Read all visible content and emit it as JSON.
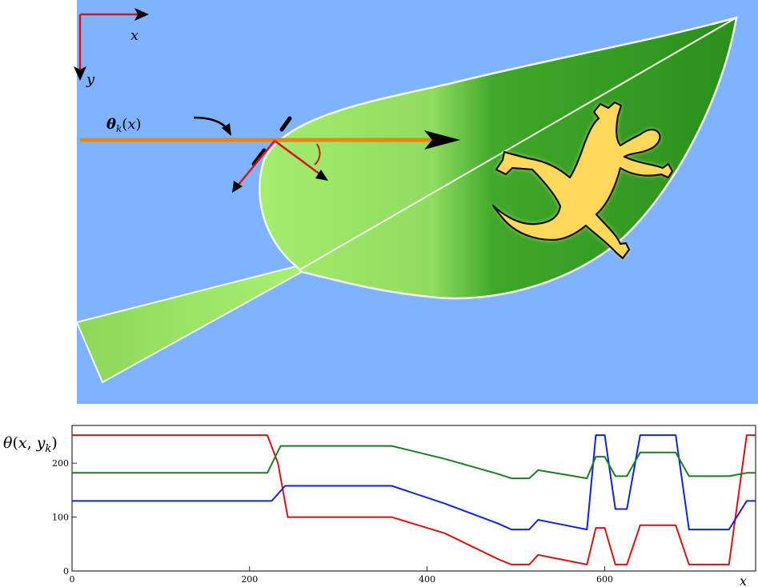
{
  "illustration": {
    "axis_x_label": "x",
    "axis_y_label": "y",
    "ray_label": "θk(x)",
    "colors": {
      "sky": "#7fb2ff",
      "leaf_light": "#9de66a",
      "leaf_dark": "#2e9a1e",
      "gecko": "#ffd75a",
      "ray": "#e08a10",
      "arrow_red": "#dd1111"
    }
  },
  "chart_data": {
    "type": "line",
    "ylabel": "θ(x, yk)",
    "xlabel": "x",
    "xlim": [
      0,
      770
    ],
    "ylim": [
      0,
      270
    ],
    "x_ticks": [
      "0",
      "200",
      "400",
      "600"
    ],
    "y_ticks": [
      "0",
      "100",
      "200"
    ],
    "series": [
      {
        "color": "#dd1111",
        "points": [
          [
            0,
            252
          ],
          [
            220,
            252
          ],
          [
            232,
            200
          ],
          [
            243,
            100
          ],
          [
            360,
            100
          ],
          [
            420,
            70
          ],
          [
            480,
            22
          ],
          [
            495,
            12
          ],
          [
            515,
            12
          ],
          [
            525,
            30
          ],
          [
            540,
            25
          ],
          [
            580,
            12
          ],
          [
            590,
            80
          ],
          [
            600,
            80
          ],
          [
            612,
            12
          ],
          [
            625,
            12
          ],
          [
            640,
            85
          ],
          [
            680,
            85
          ],
          [
            695,
            12
          ],
          [
            740,
            12
          ],
          [
            760,
            252
          ],
          [
            770,
            252
          ]
        ]
      },
      {
        "color": "#1122dd",
        "points": [
          [
            0,
            130
          ],
          [
            225,
            130
          ],
          [
            240,
            158
          ],
          [
            360,
            158
          ],
          [
            420,
            125
          ],
          [
            480,
            88
          ],
          [
            495,
            77
          ],
          [
            515,
            77
          ],
          [
            525,
            95
          ],
          [
            540,
            90
          ],
          [
            580,
            77
          ],
          [
            590,
            252
          ],
          [
            600,
            252
          ],
          [
            612,
            115
          ],
          [
            625,
            115
          ],
          [
            640,
            252
          ],
          [
            680,
            252
          ],
          [
            695,
            77
          ],
          [
            740,
            77
          ],
          [
            760,
            130
          ],
          [
            770,
            130
          ]
        ]
      },
      {
        "color": "#18801e",
        "points": [
          [
            0,
            182
          ],
          [
            220,
            182
          ],
          [
            235,
            232
          ],
          [
            360,
            232
          ],
          [
            420,
            208
          ],
          [
            480,
            180
          ],
          [
            495,
            172
          ],
          [
            515,
            172
          ],
          [
            525,
            187
          ],
          [
            540,
            183
          ],
          [
            580,
            172
          ],
          [
            590,
            212
          ],
          [
            600,
            212
          ],
          [
            612,
            176
          ],
          [
            625,
            176
          ],
          [
            640,
            220
          ],
          [
            680,
            220
          ],
          [
            695,
            176
          ],
          [
            740,
            176
          ],
          [
            760,
            182
          ],
          [
            770,
            182
          ]
        ]
      }
    ]
  }
}
